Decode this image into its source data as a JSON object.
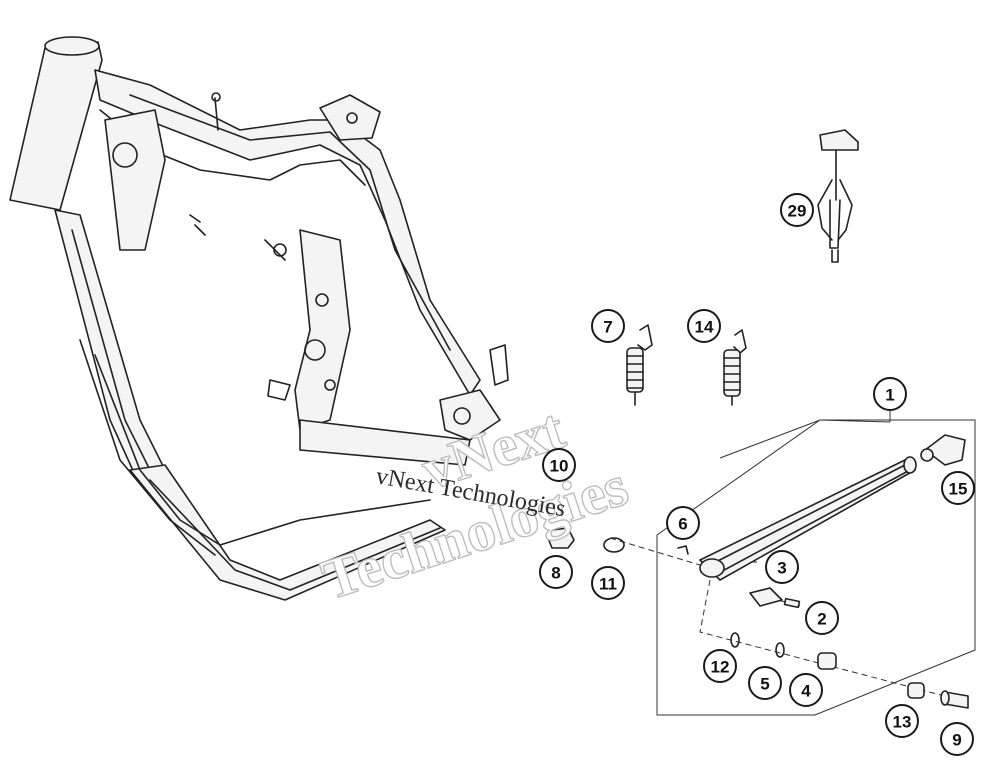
{
  "watermark": {
    "large_line_1": "vNext",
    "large_line_2": "Technologies",
    "small": "vNext Technologies"
  },
  "callouts": [
    {
      "id": "c1",
      "label": "1"
    },
    {
      "id": "c2",
      "label": "2"
    },
    {
      "id": "c3",
      "label": "3"
    },
    {
      "id": "c4",
      "label": "4"
    },
    {
      "id": "c5",
      "label": "5"
    },
    {
      "id": "c6",
      "label": "6"
    },
    {
      "id": "c7",
      "label": "7"
    },
    {
      "id": "c8",
      "label": "8"
    },
    {
      "id": "c9",
      "label": "9"
    },
    {
      "id": "c10",
      "label": "10"
    },
    {
      "id": "c11",
      "label": "11"
    },
    {
      "id": "c12",
      "label": "12"
    },
    {
      "id": "c13",
      "label": "13"
    },
    {
      "id": "c14",
      "label": "14"
    },
    {
      "id": "c15",
      "label": "15"
    },
    {
      "id": "c29",
      "label": "29"
    }
  ],
  "colors": {
    "line": "#222222",
    "background": "#ffffff",
    "watermark_outline": "#bdbdbd"
  }
}
